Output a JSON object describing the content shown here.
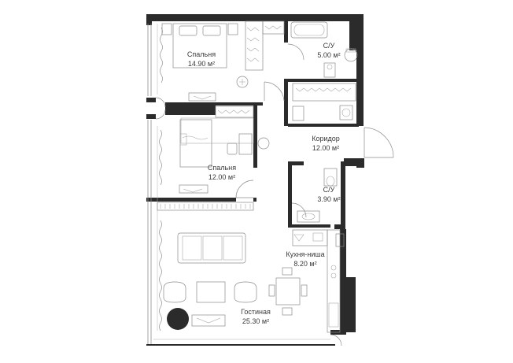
{
  "rooms": [
    {
      "name": "Спальня",
      "area": "14.90 м²"
    },
    {
      "name": "С/У",
      "area": "5.00 м²"
    },
    {
      "name": "Спальня",
      "area": "12.00 м²"
    },
    {
      "name": "Коридор",
      "area": "12.00 м²"
    },
    {
      "name": "С/У",
      "area": "3.90 м²"
    },
    {
      "name": "Кухня-ниша",
      "area": "8.20 м²"
    },
    {
      "name": "Гостиная",
      "area": "25.30 м²"
    }
  ],
  "colors": {
    "wall": "#2b2b2b",
    "fixture": "#8c8c8c",
    "background": "#ffffff"
  }
}
